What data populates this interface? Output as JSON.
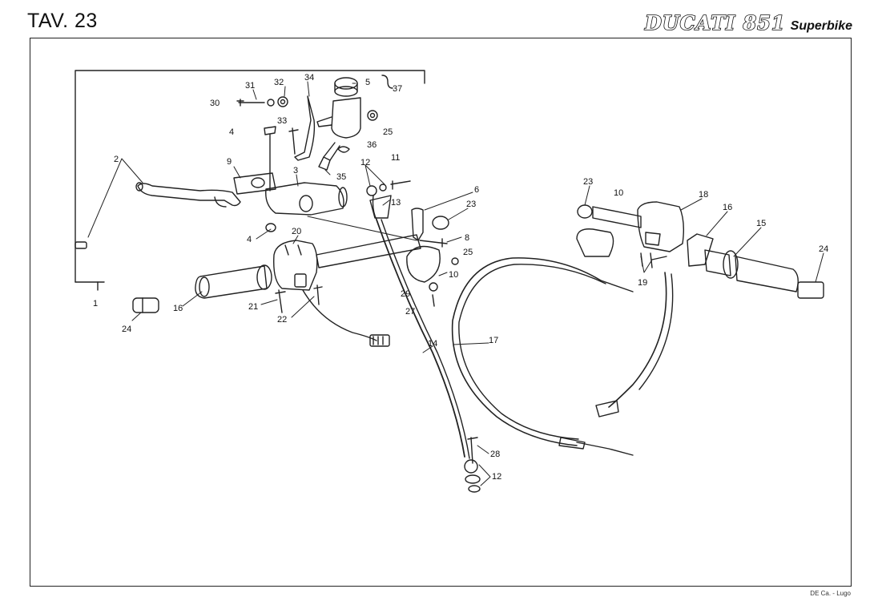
{
  "header": {
    "plate": "TAV. 23",
    "brand_logo": "DUCATI 851",
    "brand_sub": "Superbike"
  },
  "footer": {
    "credit": "DE Ca. - Lugo"
  },
  "part_labels": [
    "1",
    "2",
    "3",
    "4",
    "4",
    "5",
    "6",
    "8",
    "9",
    "10",
    "10",
    "11",
    "12",
    "12",
    "13",
    "14",
    "15",
    "16",
    "16",
    "17",
    "18",
    "19",
    "20",
    "21",
    "22",
    "23",
    "23",
    "24",
    "24",
    "25",
    "25",
    "27",
    "28",
    "29",
    "30",
    "31",
    "32",
    "33",
    "34",
    "35",
    "36",
    "37"
  ],
  "icons": [
    "left-handlebar-grip",
    "right-throttle-grip",
    "clutch-lever",
    "brake-master-cylinder",
    "fluid-reservoir",
    "switch-housing",
    "throttle-cable",
    "clutch-cable"
  ]
}
